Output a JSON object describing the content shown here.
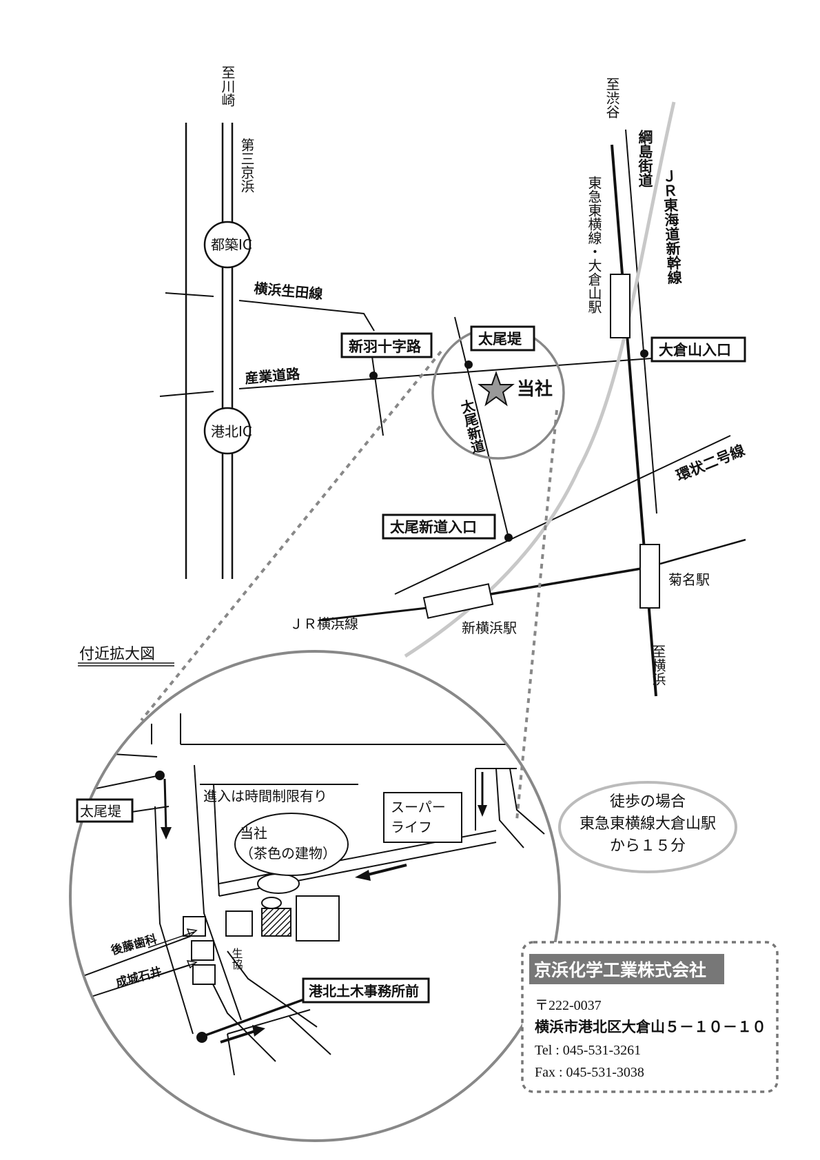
{
  "overview": {
    "to_kawasaki": "至川崎",
    "daisan_keihin": "第三京浜",
    "tsuzuki_ic": "都築IC",
    "kohoku_ic": "港北IC",
    "yokohama_ikuta_line": "横浜生田線",
    "sangyo_doro": "産業道路",
    "shin_hajujiro": "新羽十字路",
    "tao_tsutsumi": "太尾堤",
    "tao_shindo": "太尾新道",
    "company": "当社",
    "okurayama_iriguchi": "大倉山入口",
    "to_shibuya": "至渋谷",
    "tsunashima_kaido": "綱島街道",
    "tokyu_toyoko_okurayama": "東急東横線・大倉山駅",
    "jr_tokaido_shinkansen": "ＪＲ東海道新幹線",
    "kanjo_2gosen": "環状二号線",
    "tao_shindo_iriguchi": "太尾新道入口",
    "kikuna_station": "菊名駅",
    "jr_yokohama_line": "ＪＲ横浜線",
    "shin_yokohama_station": "新横浜駅",
    "to_yokohama": "至横浜"
  },
  "inset": {
    "heading": "付近拡大図",
    "tao_tsutsumi": "太尾堤",
    "time_restriction": "進入は時間制限有り",
    "company_line1": "当社",
    "company_line2": "（茶色の建物）",
    "super_line1": "スーパー",
    "super_line2": "ライフ",
    "goto_shika": "後藤歯科",
    "seijo_ishii": "成城石井",
    "seikyo": "生協",
    "kohoku_doboku": "港北土木事務所前"
  },
  "walking": {
    "line1": "徒歩の場合",
    "line2": "東急東横線大倉山駅",
    "line3": "から１５分"
  },
  "company_info": {
    "name": "京浜化学工業株式会社",
    "postal": "〒222-0037",
    "address": "横浜市港北区大倉山５－１０－１０",
    "tel": "Tel : 045-531-3261",
    "fax": "Fax : 045-531-3038"
  },
  "colors": {
    "ink": "#111111",
    "gray_line": "#888888",
    "light_gray_line": "#c8c8c8",
    "label_bg": "#777777"
  }
}
